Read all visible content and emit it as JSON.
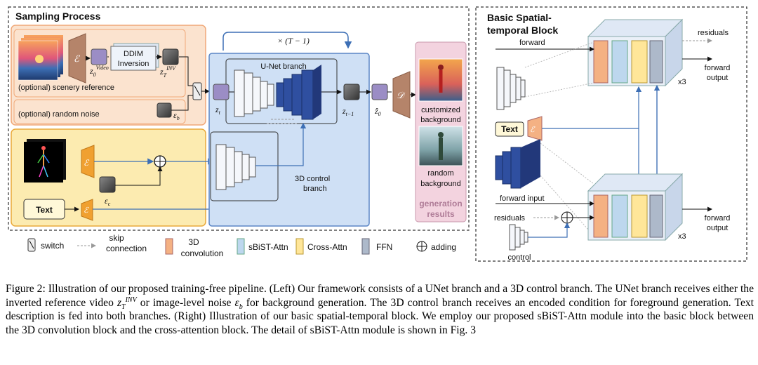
{
  "left_panel": {
    "title": "Sampling Process",
    "scenery_label": "(optional) scenery reference",
    "noise_label": "(optional) random noise",
    "ddim_line1": "DDIM",
    "ddim_line2": "Inversion",
    "unet_label": "U-Net branch",
    "control_label_line1": "3D control",
    "control_label_line2": "branch",
    "loop_label": "× (T − 1)",
    "text_label": "Text",
    "gen_caption_1a": "customized",
    "gen_caption_1b": "background",
    "gen_caption_2a": "random",
    "gen_caption_2b": "background",
    "gen_results_a": "generation",
    "gen_results_b": "results",
    "sym_E": "ℰ",
    "sym_D": "𝒟",
    "sym_Ec": "ℰ",
    "sym_Et": "ℰ",
    "z0_video": "z",
    "z0_video_sub": "0",
    "z0_video_sup": "Video",
    "zT_inv": "z",
    "zT_inv_sub": "T",
    "zT_inv_sup": "INV",
    "zt": "z",
    "zt_sub": "t",
    "zt1": "z",
    "zt1_sub": "t−1",
    "z0hat": "ẑ",
    "z0hat_sub": "0",
    "eps_b": "ε",
    "eps_b_sub": "b",
    "eps_c": "ε",
    "eps_c_sub": "c"
  },
  "legend": {
    "switch": "switch",
    "skip_a": "skip",
    "skip_b": "connection",
    "conv_a": "3D",
    "conv_b": "convolution",
    "sbist": "sBiST-Attn",
    "cross": "Cross-Attn",
    "ffn": "FFN",
    "adding": "adding"
  },
  "right_panel": {
    "title_a": "Basic Spatial-",
    "title_b": "temporal Block",
    "residuals_top": "residuals",
    "forward": "forward",
    "forward_output_a": "forward",
    "forward_output_b": "output",
    "x3_top": "x3",
    "text_label": "Text",
    "forward_input": "forward input",
    "residuals_bottom": "residuals",
    "control": "control",
    "forward_output2_a": "forward",
    "forward_output2_b": "output",
    "x3_bottom": "x3"
  },
  "caption": {
    "part1": "Figure 2: Illustration of our proposed training-free pipeline. (Left) Our framework consists of a UNet branch and a 3D control branch. The UNet branch receives either the inverted reference video ",
    "m1": "z",
    "m1_sub": "T",
    "m1_sup": "INV",
    "part2": " or image-level noise ",
    "m2": "ε",
    "m2_sub": "b",
    "part3": " for background generation. The 3D control branch receives an encoded condition for foreground generation. Text description is fed into both branches. (Right) Illustration of our basic spatial-temporal block. We employ our proposed sBiST-Attn module into the basic block between the 3D convolution block and the cross-attention block. The detail of sBiST-Attn module is shown in Fig. 3"
  },
  "colors": {
    "peach_panel": "#fbe3cf",
    "peach_border": "#f0a878",
    "yellow_panel": "#fcebb0",
    "yellow_border": "#e9a93a",
    "blue_panel": "#cfe0f5",
    "blue_border": "#5b86c5",
    "pink_panel": "#f3d3df",
    "pink_text": "#b07d98",
    "encoder_brown": "#b5846a",
    "encoder_orange": "#f0a030",
    "latent_purple": "#9b8dc5",
    "dark_blue": "#2f4fa0",
    "conv_orange": "#f4b183",
    "sbist_blue": "#bdd7ee",
    "cross_yellow": "#ffe699",
    "ffn_gray": "#adb9ca"
  }
}
